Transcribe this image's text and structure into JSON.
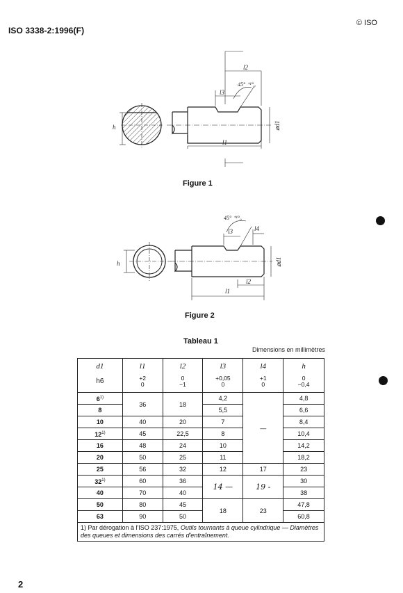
{
  "header": {
    "doc_id": "ISO 3338-2:1996(F)",
    "copyright": "© ISO"
  },
  "figure1": {
    "caption": "Figure 1",
    "labels": {
      "l2": "l2",
      "l3": "l3",
      "l1": "l1",
      "h": "h",
      "d1": "⌀d1",
      "angle": "45° ⁺¹°₀"
    }
  },
  "figure2": {
    "caption": "Figure 2",
    "labels": {
      "l2": "l2",
      "l3": "l3",
      "l1": "l1",
      "l4": "l4",
      "h": "h",
      "d1": "⌀d1",
      "angle": "45° ⁺¹°₀"
    }
  },
  "table": {
    "title": "Tableau 1",
    "units": "Dimensions en millimètres",
    "headers": [
      {
        "sym": "d1",
        "tol": "h6"
      },
      {
        "sym": "l1",
        "tol": "+2\n0"
      },
      {
        "sym": "l2",
        "tol": "0\n−1"
      },
      {
        "sym": "l3",
        "tol": "+0,05\n0"
      },
      {
        "sym": "l4",
        "tol": "+1\n0"
      },
      {
        "sym": "h",
        "tol": "0\n−0,4"
      }
    ],
    "d1": [
      "6",
      "8",
      "10",
      "12",
      "16",
      "20",
      "25",
      "32",
      "40",
      "50",
      "63"
    ],
    "l1": [
      "36",
      "40",
      "45",
      "48",
      "50",
      "56",
      "60",
      "70",
      "80",
      "90"
    ],
    "l2": [
      "18",
      "20",
      "22,5",
      "24",
      "25",
      "32",
      "36",
      "40",
      "45",
      "50"
    ],
    "l3": [
      "4,2",
      "5,5",
      "7",
      "8",
      "10",
      "11",
      "12",
      "18"
    ],
    "l4": [
      "—",
      "17",
      "23"
    ],
    "h": [
      "4,8",
      "6,6",
      "8,4",
      "10,4",
      "14,2",
      "18,2",
      "23",
      "30",
      "38",
      "47,8",
      "60,8"
    ],
    "handwritten": {
      "l3": "14 —",
      "l4": "19 -"
    },
    "footnote_mark": "1)",
    "footnote_plain": "1) Par dérogation à l'ISO 237:1975, ",
    "footnote_italic": "Outils tournants à queue cylindrique — Diamètres des queues et dimensions des carrés d'entraînement."
  },
  "page_number": "2"
}
